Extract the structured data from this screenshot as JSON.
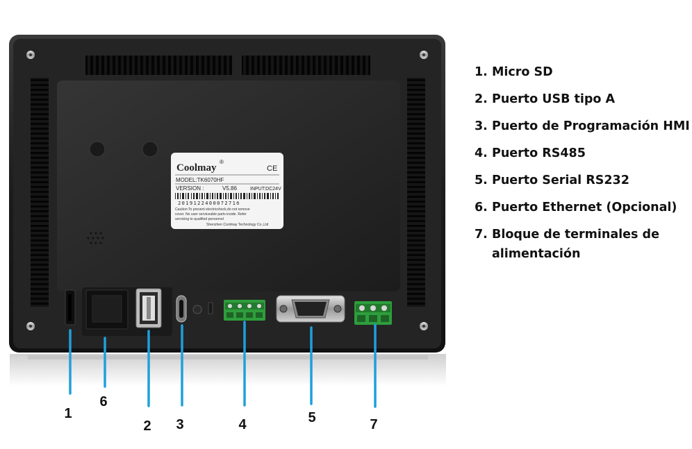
{
  "label": {
    "brand": "Coolmay",
    "registered": "®",
    "ce_mark": "CE",
    "model": "MODEL:TK6070HF",
    "version_label": "VERSION :",
    "version_value": "V5.86",
    "input": "INPUT:DC24V",
    "serial": "201912240007271б",
    "caution_line1": "Caution:To prevent electricshock,do not remove",
    "caution_line2": "cover. No user serviceable parts inside. Refer",
    "caution_line3": "servicing to qualified personnel",
    "manufacturer": "Shenzhen Coolmay Technology Co.,Ltd"
  },
  "callouts": [
    "1",
    "6",
    "2",
    "3",
    "4",
    "5",
    "7"
  ],
  "legend": [
    {
      "num": "1.",
      "text": "Micro SD"
    },
    {
      "num": "2.",
      "text": "Puerto USB tipo A"
    },
    {
      "num": "3.",
      "text": "Puerto de Programación HMI"
    },
    {
      "num": "4.",
      "text": "Puerto RS485"
    },
    {
      "num": "5.",
      "text": "Puerto Serial RS232"
    },
    {
      "num": "6.",
      "text": "Puerto Ethernet (Opcional)"
    },
    {
      "num": "7.",
      "text": "Bloque de terminales de alimentación"
    }
  ],
  "colors": {
    "bezel": "#1e1e1e",
    "panel": "#2a2a2a",
    "callout_line": "#1ea0dc",
    "terminal_green": "#2e9e3c"
  }
}
